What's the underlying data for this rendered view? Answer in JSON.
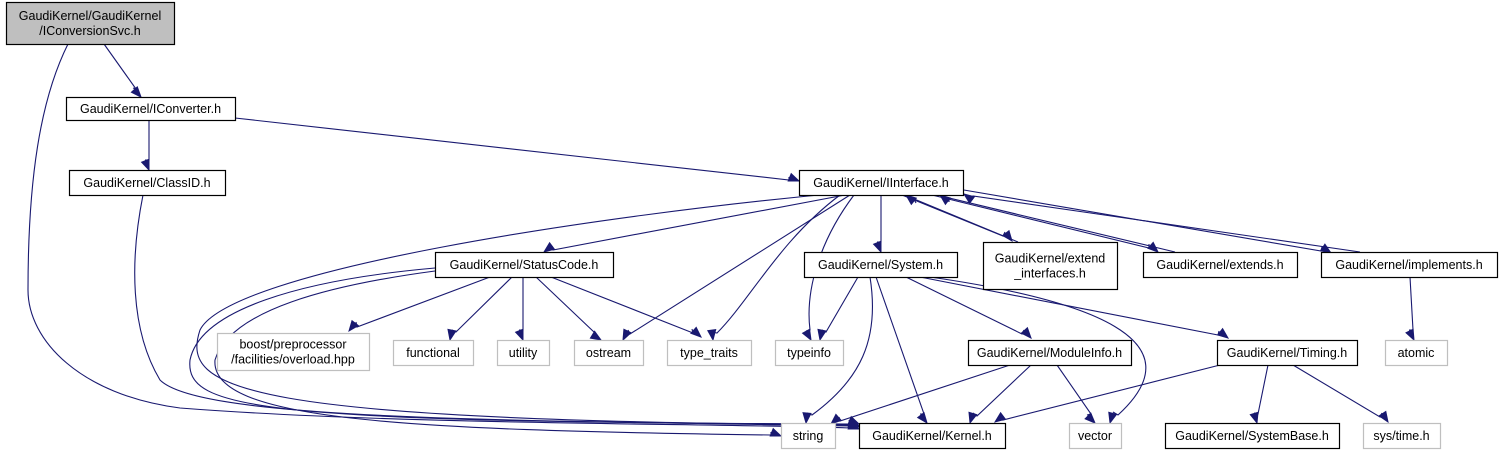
{
  "diagram": {
    "type": "include-dependency-graph",
    "colors": {
      "edge": "#191970",
      "root_fill": "#bfbfbf",
      "root_border": "#000000",
      "project_border": "#000000",
      "external_border": "#bfbfbf",
      "text": "#000000"
    },
    "nodes": [
      {
        "id": "iconversionsvc",
        "lines": [
          "GaudiKernel/GaudiKernel",
          "/IConversionSvc.h"
        ],
        "kind": "root"
      },
      {
        "id": "iconverter",
        "lines": [
          "GaudiKernel/IConverter.h"
        ],
        "kind": "project"
      },
      {
        "id": "classid",
        "lines": [
          "GaudiKernel/ClassID.h"
        ],
        "kind": "project"
      },
      {
        "id": "iinterface",
        "lines": [
          "GaudiKernel/IInterface.h"
        ],
        "kind": "project"
      },
      {
        "id": "statuscode",
        "lines": [
          "GaudiKernel/StatusCode.h"
        ],
        "kind": "project"
      },
      {
        "id": "system",
        "lines": [
          "GaudiKernel/System.h"
        ],
        "kind": "project"
      },
      {
        "id": "extend_interfaces",
        "lines": [
          "GaudiKernel/extend",
          "_interfaces.h"
        ],
        "kind": "project"
      },
      {
        "id": "extends",
        "lines": [
          "GaudiKernel/extends.h"
        ],
        "kind": "project"
      },
      {
        "id": "implements",
        "lines": [
          "GaudiKernel/implements.h"
        ],
        "kind": "project"
      },
      {
        "id": "boost_overload",
        "lines": [
          "boost/preprocessor",
          "/facilities/overload.hpp"
        ],
        "kind": "external"
      },
      {
        "id": "functional",
        "lines": [
          "functional"
        ],
        "kind": "external"
      },
      {
        "id": "utility",
        "lines": [
          "utility"
        ],
        "kind": "external"
      },
      {
        "id": "ostream",
        "lines": [
          "ostream"
        ],
        "kind": "external"
      },
      {
        "id": "type_traits",
        "lines": [
          "type_traits"
        ],
        "kind": "external"
      },
      {
        "id": "typeinfo",
        "lines": [
          "typeinfo"
        ],
        "kind": "external"
      },
      {
        "id": "moduleinfo",
        "lines": [
          "GaudiKernel/ModuleInfo.h"
        ],
        "kind": "project"
      },
      {
        "id": "timing",
        "lines": [
          "GaudiKernel/Timing.h"
        ],
        "kind": "project"
      },
      {
        "id": "atomic",
        "lines": [
          "atomic"
        ],
        "kind": "external"
      },
      {
        "id": "string",
        "lines": [
          "string"
        ],
        "kind": "external"
      },
      {
        "id": "kernel",
        "lines": [
          "GaudiKernel/Kernel.h"
        ],
        "kind": "project"
      },
      {
        "id": "vector",
        "lines": [
          "vector"
        ],
        "kind": "external"
      },
      {
        "id": "systembase",
        "lines": [
          "GaudiKernel/SystemBase.h"
        ],
        "kind": "project"
      },
      {
        "id": "systime",
        "lines": [
          "sys/time.h"
        ],
        "kind": "external"
      }
    ],
    "edges": [
      {
        "from": "iconversionsvc",
        "to": "iconverter"
      },
      {
        "from": "iconversionsvc",
        "to": "kernel"
      },
      {
        "from": "iconverter",
        "to": "classid"
      },
      {
        "from": "iconverter",
        "to": "iinterface"
      },
      {
        "from": "classid",
        "to": "kernel"
      },
      {
        "from": "iinterface",
        "to": "statuscode"
      },
      {
        "from": "iinterface",
        "to": "system"
      },
      {
        "from": "iinterface",
        "to": "extend_interfaces"
      },
      {
        "from": "iinterface",
        "to": "extends"
      },
      {
        "from": "iinterface",
        "to": "implements"
      },
      {
        "from": "iinterface",
        "to": "ostream"
      },
      {
        "from": "iinterface",
        "to": "type_traits"
      },
      {
        "from": "iinterface",
        "to": "typeinfo"
      },
      {
        "from": "iinterface",
        "to": "kernel"
      },
      {
        "from": "extend_interfaces",
        "to": "iinterface"
      },
      {
        "from": "extends",
        "to": "iinterface"
      },
      {
        "from": "implements",
        "to": "iinterface"
      },
      {
        "from": "implements",
        "to": "atomic"
      },
      {
        "from": "statuscode",
        "to": "boost_overload"
      },
      {
        "from": "statuscode",
        "to": "functional"
      },
      {
        "from": "statuscode",
        "to": "utility"
      },
      {
        "from": "statuscode",
        "to": "ostream"
      },
      {
        "from": "statuscode",
        "to": "type_traits"
      },
      {
        "from": "statuscode",
        "to": "kernel"
      },
      {
        "from": "statuscode",
        "to": "string"
      },
      {
        "from": "system",
        "to": "typeinfo"
      },
      {
        "from": "system",
        "to": "string"
      },
      {
        "from": "system",
        "to": "kernel"
      },
      {
        "from": "system",
        "to": "moduleinfo"
      },
      {
        "from": "system",
        "to": "vector"
      },
      {
        "from": "system",
        "to": "timing"
      },
      {
        "from": "moduleinfo",
        "to": "string"
      },
      {
        "from": "moduleinfo",
        "to": "kernel"
      },
      {
        "from": "moduleinfo",
        "to": "vector"
      },
      {
        "from": "timing",
        "to": "kernel"
      },
      {
        "from": "timing",
        "to": "systembase"
      },
      {
        "from": "timing",
        "to": "systime"
      }
    ]
  }
}
